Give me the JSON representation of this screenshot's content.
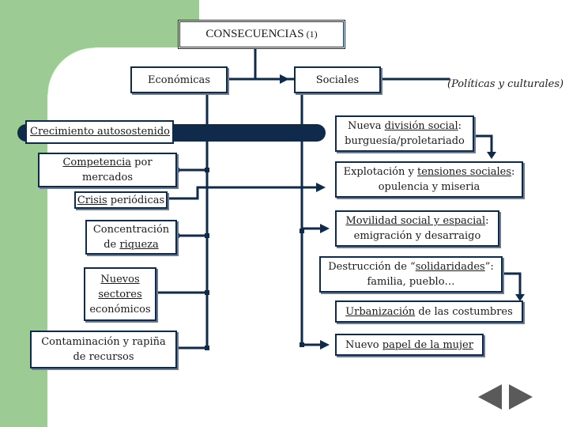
{
  "title": {
    "main": "CONSECUENCIAS",
    "num": "(1)"
  },
  "columns": {
    "economicas": "Económicas",
    "sociales": "Sociales",
    "politicas": "(Políticas y culturales)"
  },
  "economic": {
    "crecimiento": {
      "a": "Crecimiento autosostenido"
    },
    "competencia": {
      "a": "Competencia",
      "b": " por",
      "c": "mercados"
    },
    "crisis": {
      "a": "Crisis",
      "b": " periódicas"
    },
    "concentracion": {
      "a": "Concentración",
      "b": "de ",
      "c": "riqueza"
    },
    "nuevos": {
      "a": "Nuevos",
      "b": "sectores",
      "c": "económicos"
    },
    "contaminacion": {
      "a": "Contaminación y rapiña",
      "b": "de recursos"
    }
  },
  "social": {
    "division": {
      "a": "Nueva ",
      "b": "división social",
      "c": ":",
      "d": "burguesía/proletariado"
    },
    "explotacion": {
      "a": "Explotación y ",
      "b": "tensiones sociales",
      "c": ":",
      "d": "opulencia y miseria"
    },
    "movilidad": {
      "a": "Movilidad social y espacial",
      "b": ":",
      "c": "emigración y desarraigo"
    },
    "destruccion": {
      "a": "Destrucción de “",
      "b": "solidaridades",
      "c": "”:",
      "d": "familia, pueblo…"
    },
    "urbanizacion": {
      "a": "Urbanización",
      "b": " de las costumbres"
    },
    "papel": {
      "a": "Nuevo ",
      "b": "papel de la mujer"
    }
  },
  "colors": {
    "navy": "#0f2a4a",
    "green": "#9ccc94",
    "nav": "#5a5a5a"
  },
  "icons": [
    "previous-slide-icon",
    "next-slide-icon"
  ]
}
